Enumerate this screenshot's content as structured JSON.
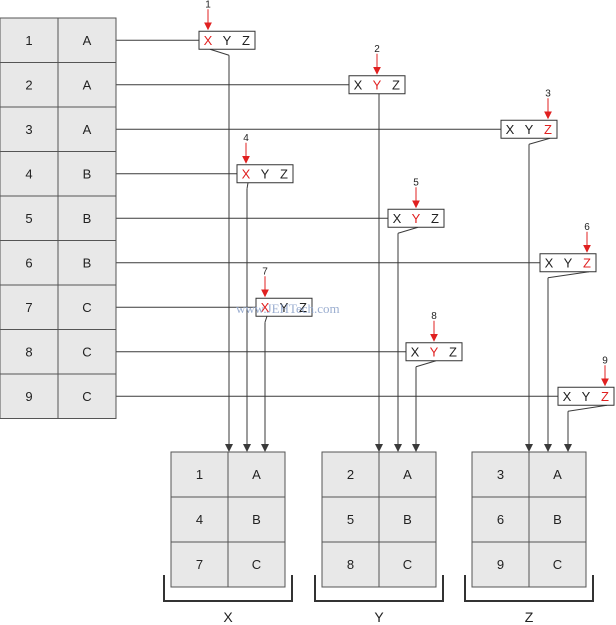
{
  "source_table": {
    "rows": [
      {
        "id": "1",
        "value": "A",
        "selected": "X"
      },
      {
        "id": "2",
        "value": "A",
        "selected": "Y"
      },
      {
        "id": "3",
        "value": "A",
        "selected": "Z"
      },
      {
        "id": "4",
        "value": "B",
        "selected": "X"
      },
      {
        "id": "5",
        "value": "B",
        "selected": "Y"
      },
      {
        "id": "6",
        "value": "B",
        "selected": "Z"
      },
      {
        "id": "7",
        "value": "C",
        "selected": "X"
      },
      {
        "id": "8",
        "value": "C",
        "selected": "Y"
      },
      {
        "id": "9",
        "value": "C",
        "selected": "Z"
      }
    ]
  },
  "selector": {
    "options": [
      "X",
      "Y",
      "Z"
    ],
    "highlight_color": "#e02020",
    "text_color": "#222222"
  },
  "step_markers": [
    "1",
    "2",
    "3",
    "4",
    "5",
    "6",
    "7",
    "8",
    "9"
  ],
  "buckets": [
    {
      "label": "X",
      "rows": [
        {
          "id": "1",
          "value": "A"
        },
        {
          "id": "4",
          "value": "B"
        },
        {
          "id": "7",
          "value": "C"
        }
      ]
    },
    {
      "label": "Y",
      "rows": [
        {
          "id": "2",
          "value": "A"
        },
        {
          "id": "5",
          "value": "B"
        },
        {
          "id": "8",
          "value": "C"
        }
      ]
    },
    {
      "label": "Z",
      "rows": [
        {
          "id": "3",
          "value": "A"
        },
        {
          "id": "6",
          "value": "B"
        },
        {
          "id": "9",
          "value": "C"
        }
      ]
    }
  ],
  "watermark": "www.JEHTech.com",
  "colors": {
    "cell_fill": "#e8e8e8",
    "cell_border": "#555555",
    "line": "#3a3a3a",
    "marker": "#e02020"
  }
}
